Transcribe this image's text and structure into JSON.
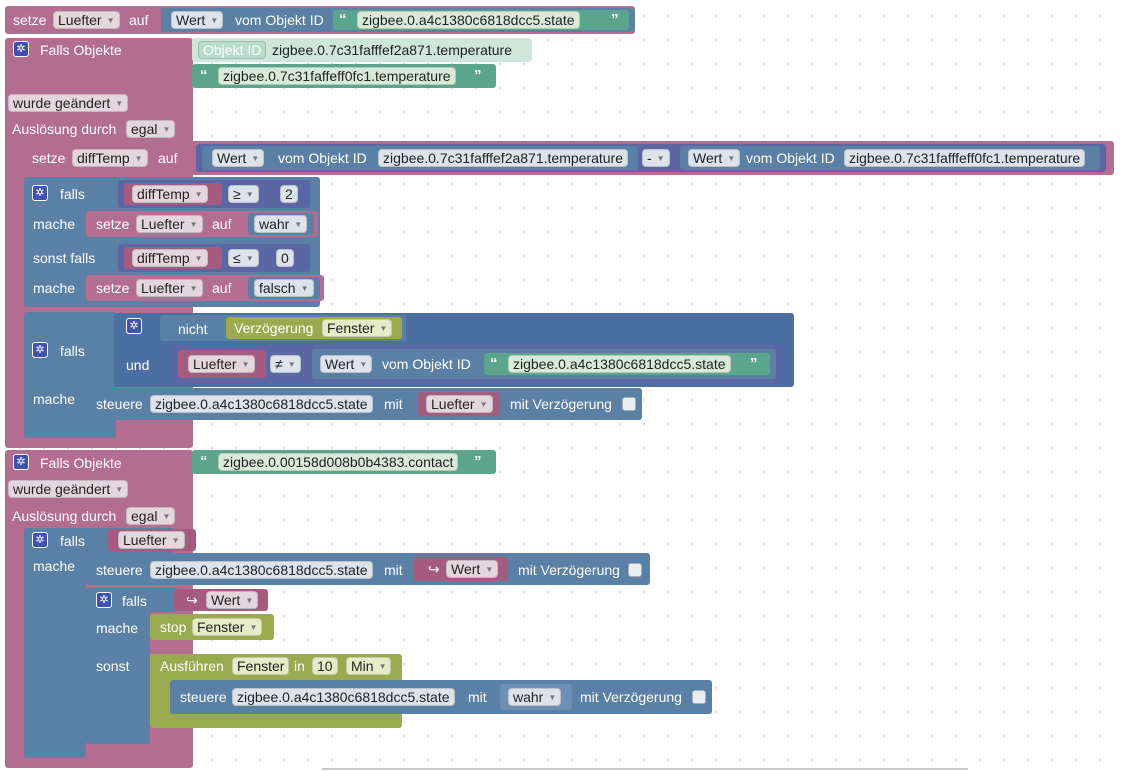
{
  "b1": {
    "setze": "setze",
    "var": "Luefter",
    "auf": "auf",
    "wert": "Wert",
    "vom": "vom Objekt ID",
    "id": "zigbee.0.a4c1380c6818dcc5.state"
  },
  "trig1": {
    "falls_objekte": "Falls Objekte",
    "obj_label": "Objekt ID",
    "obj1": "zigbee.0.7c31fafffef2a871.temperature",
    "obj2": "zigbee.0.7c31faffeff0fc1.temperature",
    "changed": "wurde geändert",
    "ausloesung": "Auslösung durch",
    "egal": "egal"
  },
  "b2": {
    "setze": "setze",
    "var": "diffTemp",
    "auf": "auf",
    "wert1": "Wert",
    "vom1": "vom Objekt ID",
    "id1": "zigbee.0.7c31fafffef2a871.temperature",
    "minus": "-",
    "wert2": "Wert",
    "vom2": "vom Objekt ID",
    "id2": "zigbee.0.7c31fafffeff0fc1.temperature"
  },
  "if1": {
    "falls": "falls",
    "var": "diffTemp",
    "op": "≥",
    "num": "2",
    "mache": "mache",
    "setze": "setze",
    "svar": "Luefter",
    "auf": "auf",
    "val": "wahr",
    "sonst_falls": "sonst falls",
    "var2": "diffTemp",
    "op2": "≤",
    "num2": "0",
    "mache2": "mache",
    "setze2": "setze",
    "svar2": "Luefter",
    "auf2": "auf",
    "val2": "falsch"
  },
  "if2": {
    "falls": "falls",
    "nicht": "nicht",
    "verz": "Verzögerung",
    "fenster": "Fenster",
    "und": "und",
    "var": "Luefter",
    "op": "≠",
    "wert": "Wert",
    "vom": "vom Objekt ID",
    "id": "zigbee.0.a4c1380c6818dcc5.state",
    "mache": "mache",
    "steuere": "steuere",
    "sid": "zigbee.0.a4c1380c6818dcc5.state",
    "mit": "mit",
    "mval": "Luefter",
    "mitv": "mit Verzögerung"
  },
  "trig2": {
    "falls_objekte": "Falls Objekte",
    "obj": "zigbee.0.00158d008b0b4383.contact",
    "changed": "wurde geändert",
    "ausloesung": "Auslösung durch",
    "egal": "egal"
  },
  "if3": {
    "falls": "falls",
    "var": "Luefter",
    "mache": "mache",
    "steuere": "steuere",
    "sid": "zigbee.0.a4c1380c6818dcc5.state",
    "mit": "mit",
    "wert": "Wert",
    "mitv": "mit Verzögerung"
  },
  "if4": {
    "falls": "falls",
    "wert": "Wert",
    "mache": "mache",
    "stop": "stop",
    "fenster": "Fenster",
    "sonst": "sonst",
    "ausf": "Ausführen",
    "fenster2": "Fenster",
    "in": "in",
    "num": "10",
    "unit": "Min",
    "steuere": "steuere",
    "sid": "zigbee.0.a4c1380c6818dcc5.state",
    "mit": "mit",
    "val": "wahr",
    "mitv": "mit Verzögerung"
  },
  "colors": {
    "variable": "#b36d91",
    "iobroker": "#5b80a5",
    "text": "#5ba58c",
    "timeout": "#9aaa4f",
    "math": "#5b67a5"
  }
}
